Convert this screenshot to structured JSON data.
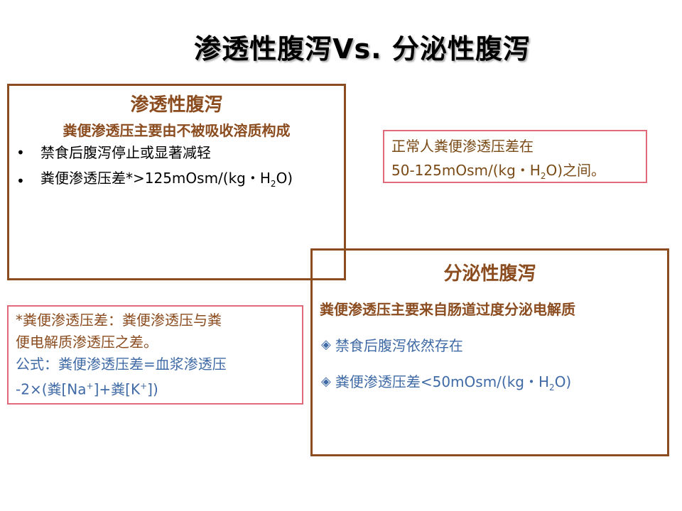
{
  "title": "渗透性腹泻Vs. 分泌性腹泻",
  "osmotic": {
    "heading": "渗透性腹泻",
    "subheading": "粪便渗透压主要由不被吸收溶质构成",
    "bullet1": "禁食后腹泻停止或显著减轻",
    "bullet2_pre": "粪便渗透压差",
    "bullet2_mark": "*",
    "bullet2_post": ">125mOsm/(kg・H",
    "bullet2_sub": "2",
    "bullet2_end": "O)"
  },
  "normal": {
    "line1": "正常人粪便渗透压差在",
    "line2_pre": "50-125mOsm/(kg・H",
    "line2_sub": "2",
    "line2_end": "O)之间。"
  },
  "note": {
    "line1": "*粪便渗透压差：粪便渗透压与粪",
    "line2": "便电解质渗透压之差。",
    "line3": "公式：粪便渗透压差=血浆渗透压",
    "line4_pre": "-2×(粪[Na",
    "line4_sup1": "+",
    "line4_mid": "]+粪[K",
    "line4_sup2": "+",
    "line4_end": "])"
  },
  "secretory": {
    "heading": "分泌性腹泻",
    "subheading": "粪便渗透压主要来自肠道过度分泌电解质",
    "item1": "禁食后腹泻依然存在",
    "item2_pre": "粪便渗透压差<50mOsm/(kg・H",
    "item2_sub": "2",
    "item2_end": "O)"
  },
  "colors": {
    "box_border": "#8b4c1f",
    "note_border": "#e06a7a",
    "accent_text": "#8b4c1f",
    "blue_text": "#3f6aa5"
  },
  "icons": {
    "bullet": "bullet-dot",
    "diamond": "diamond-bullet-icon"
  }
}
